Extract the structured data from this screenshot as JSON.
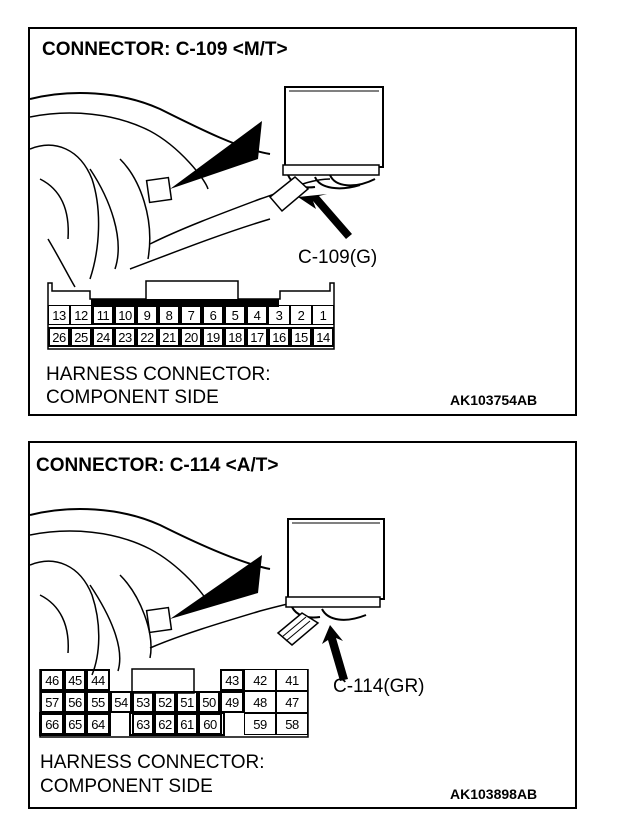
{
  "connector1": {
    "title": "CONNECTOR: C-109 <M/T>",
    "callout": "C-109(G)",
    "harness_line1": "HARNESS CONNECTOR:",
    "harness_line2": "COMPONENT SIDE",
    "code": "AK103754AB",
    "pins_top": [
      "13",
      "12",
      "11",
      "10",
      "9",
      "8",
      "7",
      "6",
      "5",
      "4",
      "3",
      "2",
      "1"
    ],
    "pins_bottom": [
      "26",
      "25",
      "24",
      "23",
      "22",
      "21",
      "20",
      "19",
      "18",
      "17",
      "16",
      "15",
      "14"
    ]
  },
  "connector2": {
    "title": "CONNECTOR: C-114 <A/T>",
    "callout": "C-114(GR)",
    "harness_line1": "HARNESS CONNECTOR:",
    "harness_line2": "COMPONENT SIDE",
    "code": "AK103898AB",
    "row1_left": [
      "46",
      "45",
      "44"
    ],
    "row1_right": [
      "43",
      "42",
      "41"
    ],
    "row2": [
      "57",
      "56",
      "55",
      "54",
      "53",
      "52",
      "51",
      "50",
      "49",
      "48",
      "47"
    ],
    "row3_left": [
      "66",
      "65",
      "64"
    ],
    "row3_mid": [
      "63",
      "62",
      "61",
      "60"
    ],
    "row3_right": [
      "59",
      "58"
    ]
  }
}
